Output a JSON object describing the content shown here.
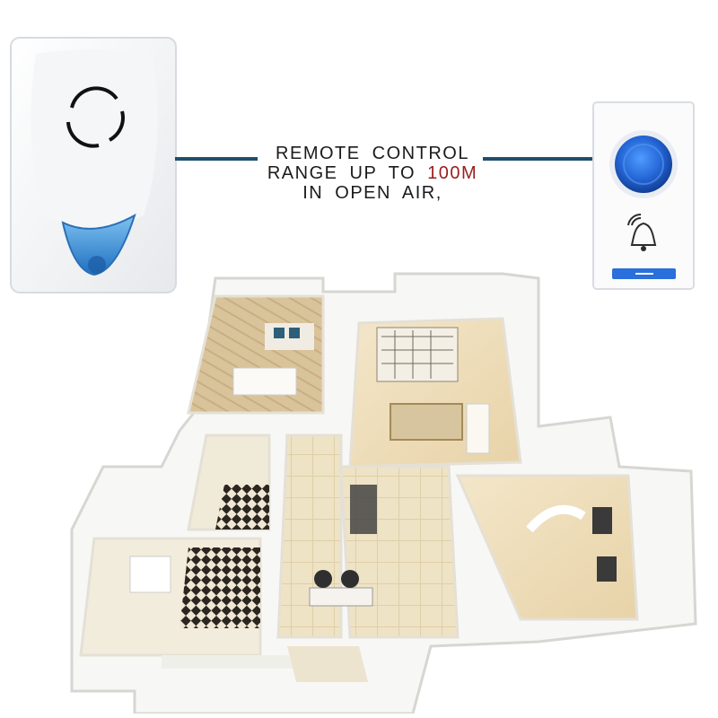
{
  "caption": {
    "line1": "REMOTE CONTROL",
    "line2_prefix": "RANGE UP TO ",
    "line2_accent": "100M",
    "line3": "IN OPEN AIR,"
  },
  "colors": {
    "connector_line": "#1f4e6e",
    "accent_text": "#9b1d1d",
    "button_blue": "#2a6fdb",
    "receiver_blue": "#3a8fd8"
  },
  "icons": [
    "doorbell-receiver",
    "doorbell-button",
    "bell-icon",
    "wireless-signal-icon"
  ]
}
